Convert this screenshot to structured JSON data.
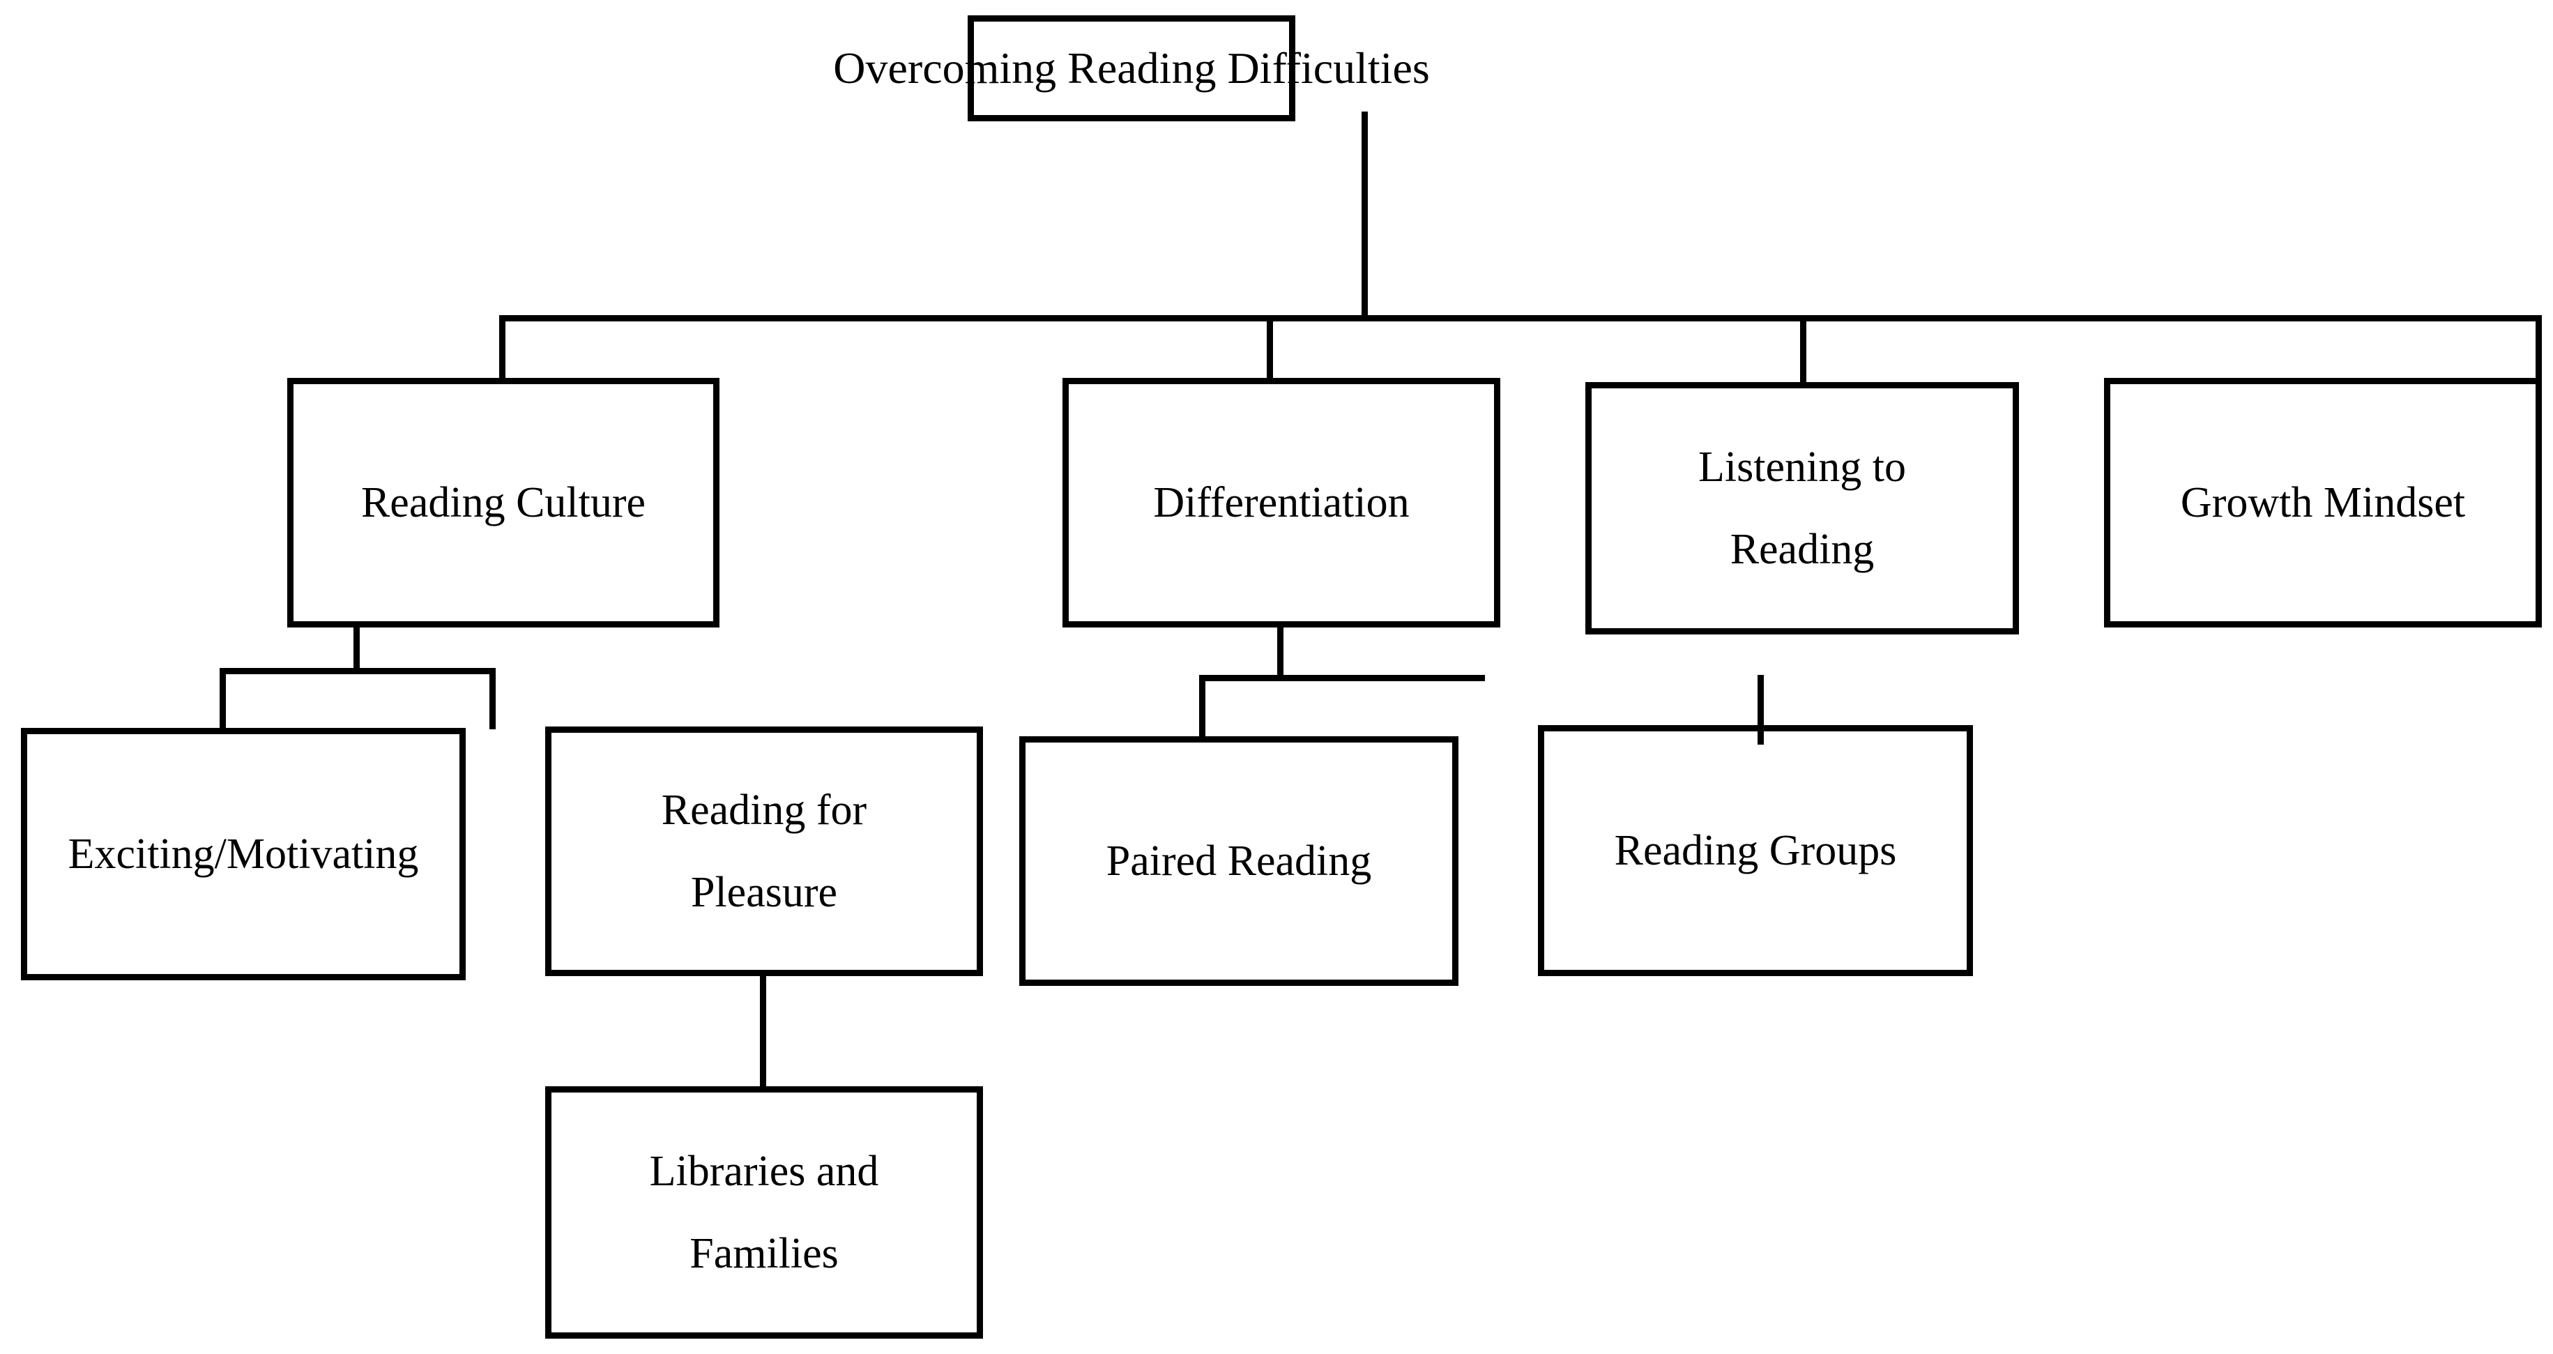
{
  "diagram": {
    "title": "Overcoming Reading Difficulties",
    "type": "hierarchy-tree",
    "root": {
      "id": "root",
      "label": "Overcoming Reading Difficulties"
    },
    "level2": [
      {
        "id": "reading-culture",
        "label": "Reading Culture"
      },
      {
        "id": "differentiation",
        "label": "Differentiation"
      },
      {
        "id": "listening-to-reading",
        "label_line1": "Listening to",
        "label_line2": "Reading"
      },
      {
        "id": "growth-mindset",
        "label": "Growth Mindset"
      }
    ],
    "level3": [
      {
        "id": "exciting-motivating",
        "label": "Exciting/Motivating",
        "parent": "reading-culture"
      },
      {
        "id": "reading-for-pleasure",
        "label_line1": "Reading for",
        "label_line2": "Pleasure",
        "parent": "reading-culture"
      },
      {
        "id": "paired-reading",
        "label": "Paired Reading",
        "parent": "differentiation"
      },
      {
        "id": "reading-groups",
        "label": "Reading Groups",
        "parent": "differentiation"
      }
    ],
    "level4": [
      {
        "id": "libraries-and-families",
        "label_line1": "Libraries and",
        "label_line2": "Families",
        "parent": "reading-for-pleasure"
      }
    ],
    "colors": {
      "background": "#ffffff",
      "box_border": "#000000",
      "box_fill": "#ffffff",
      "text": "#000000",
      "connector": "#000000"
    }
  }
}
